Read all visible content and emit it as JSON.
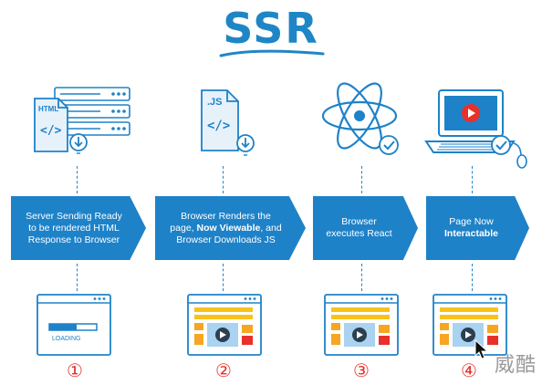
{
  "header": {
    "title": "SSR"
  },
  "steps": [
    {
      "line1": "Server Sending Ready",
      "line2": "to be rendered HTML",
      "line3": "Response to Browser"
    },
    {
      "line1": "Browser Renders the",
      "line2_pre": "page, ",
      "line2_bold": "Now Viewable",
      "line2_post": ", and",
      "line3": "Browser Downloads JS"
    },
    {
      "line1": "Browser",
      "line2": "executes React"
    },
    {
      "line1": "Page Now",
      "line2_bold": "Interactable"
    }
  ],
  "icons": {
    "html_doc_label": "HTML",
    "html_doc_code": "</>",
    "js_doc_label": ".JS",
    "js_doc_code": "</>",
    "loading_label": "LOADING"
  },
  "numbers": [
    "①",
    "②",
    "③",
    "④"
  ],
  "watermark": "威酷",
  "colors": {
    "blue": "#1e82c8",
    "orange": "#f6a623",
    "red": "#e8312a",
    "yellow": "#f9c21b"
  }
}
